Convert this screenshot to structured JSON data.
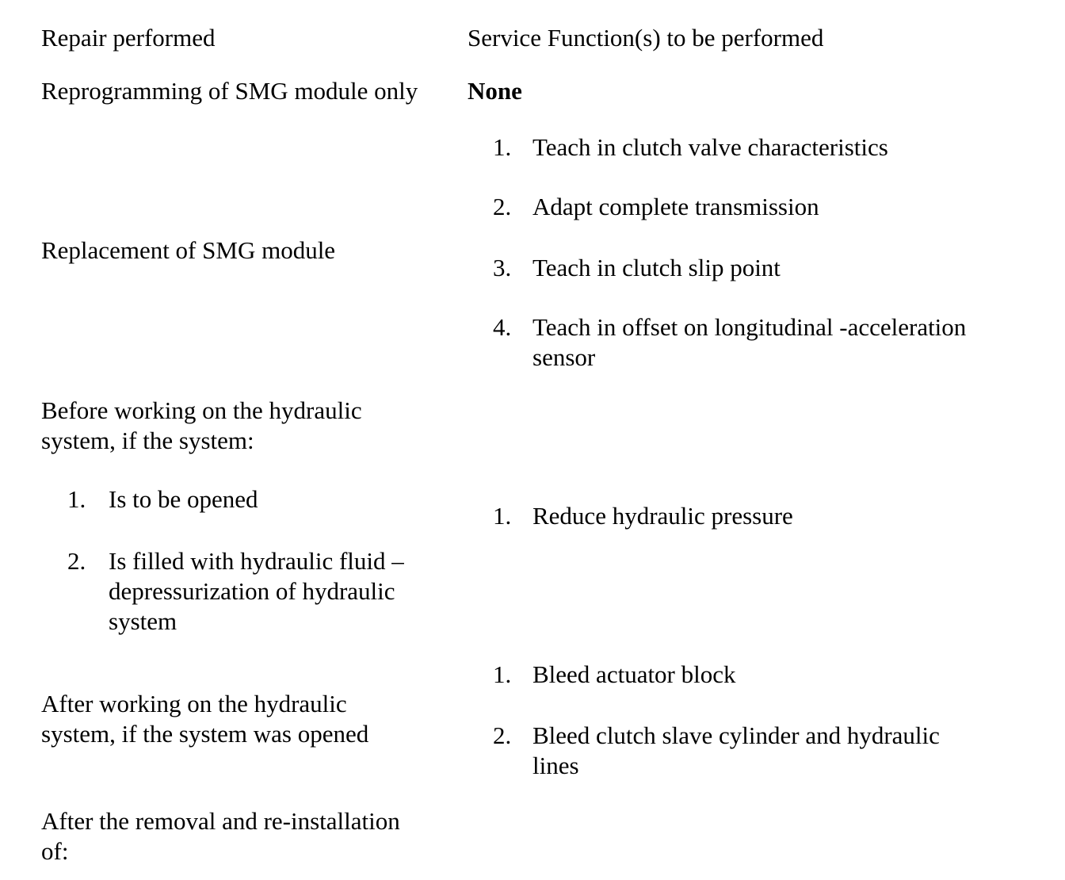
{
  "page": {
    "background": "#ffffff",
    "text_color": "#000000"
  },
  "columns": {
    "repair_header": "Repair performed",
    "service_header": "Service Function(s) to be performed"
  },
  "rows": {
    "reprogramming": {
      "repair": "Reprogramming of SMG module only",
      "service": "None"
    },
    "replacement": {
      "repair": "Replacement of SMG module",
      "service_items": [
        {
          "num": "1.",
          "text": "Teach in clutch valve characteristics"
        },
        {
          "num": "2.",
          "text": "Adapt complete transmission"
        },
        {
          "num": "3.",
          "text": "Teach in clutch slip point"
        },
        {
          "num": "4.",
          "text": "Teach in offset on longitudinal -acceleration\nsensor"
        }
      ]
    },
    "before_hydraulic_work": {
      "repair_intro": "Before working on the hydraulic\nsystem, if the system:",
      "repair_items": [
        {
          "num": "1.",
          "text": "Is to be opened"
        },
        {
          "num": "2.",
          "text": "Is filled with hydraulic fluid –\ndepressurization of hydraulic\nsystem"
        }
      ],
      "service_items": [
        {
          "num": "1.",
          "text": "Reduce hydraulic pressure"
        }
      ]
    },
    "after_hydraulic_work": {
      "repair": "After working on the hydraulic\nsystem, if the system was opened",
      "service_items": [
        {
          "num": "1.",
          "text": "Bleed actuator block"
        },
        {
          "num": "2.",
          "text": "Bleed clutch slave cylinder and hydraulic\nlines"
        }
      ]
    },
    "after_removal": {
      "repair": "After the removal and re-installation\nof:"
    }
  }
}
